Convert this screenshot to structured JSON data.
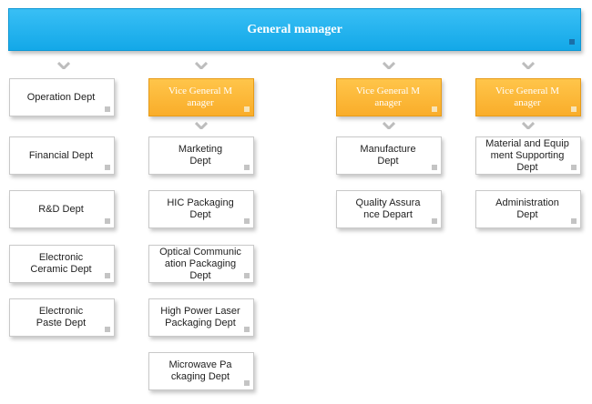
{
  "top": {
    "title": "General manager"
  },
  "columns": [
    {
      "items": [
        "Operation Dept",
        "Financial Dept",
        "R&D Dept",
        "Electronic\nCeramic Dept",
        "Electronic\nPaste Dept"
      ]
    },
    {
      "head": "Vice General M\nanager",
      "items": [
        "Marketing\nDept",
        "HIC Packaging\nDept",
        "Optical Communic\nation Packaging\nDept",
        "High Power Laser\nPackaging Dept",
        "Microwave Pa\nckaging Dept"
      ]
    },
    {
      "head": "Vice General M\nanager",
      "items": [
        "Manufacture\nDept",
        "Quality Assura\nnce Depart"
      ]
    },
    {
      "head": "Vice General M\nanager",
      "items": [
        "Material and Equip\nment Supporting\nDept",
        "Administration\nDept"
      ]
    }
  ],
  "colors": {
    "top_fill": "#1ab0ee",
    "vice_fill": "#fbb73a",
    "box_border": "#c9c9c9"
  }
}
